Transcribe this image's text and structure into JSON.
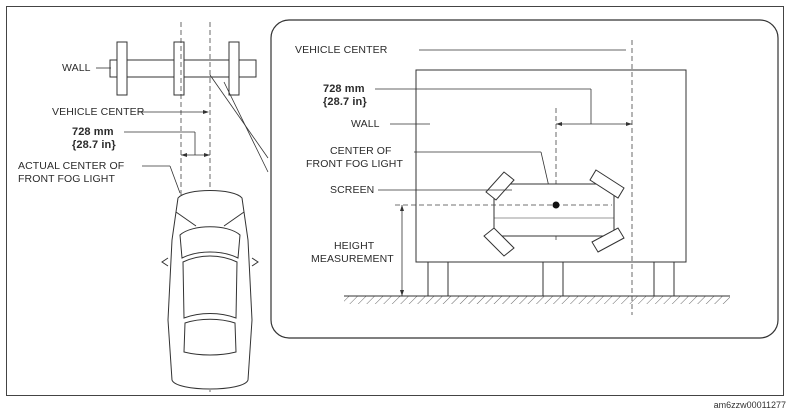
{
  "labels": {
    "wall_left": "WALL",
    "vehicle_center_left": "VEHICLE CENTER",
    "dist_left_mm": "728 mm",
    "dist_left_in": "{28.7 in}",
    "actual_center_line1": "ACTUAL CENTER OF",
    "actual_center_line2": "FRONT FOG LIGHT",
    "vehicle_center_right": "VEHICLE CENTER",
    "dist_right_mm": "728 mm",
    "dist_right_in": "{28.7 in}",
    "wall_right": "WALL",
    "center_line1": "CENTER OF",
    "center_line2": "FRONT FOG LIGHT",
    "screen": "SCREEN",
    "height_line1": "HEIGHT",
    "height_line2": "MEASUREMENT"
  },
  "figure_code": "am6zzw00011277"
}
